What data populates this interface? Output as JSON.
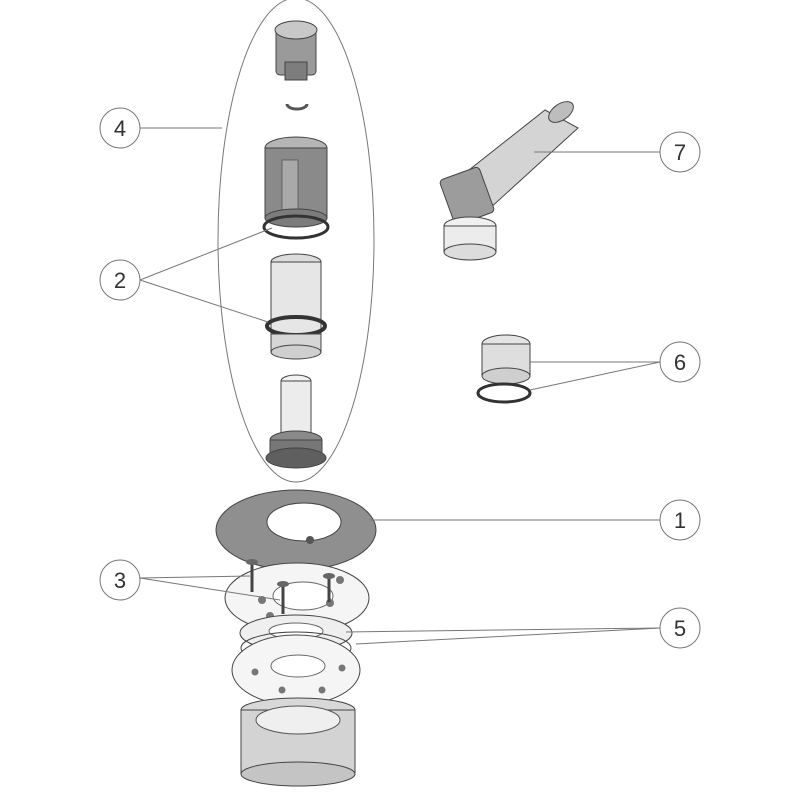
{
  "diagram": {
    "callouts": [
      {
        "id": "4",
        "label": "4"
      },
      {
        "id": "2",
        "label": "2"
      },
      {
        "id": "3",
        "label": "3"
      },
      {
        "id": "7",
        "label": "7"
      },
      {
        "id": "6",
        "label": "6"
      },
      {
        "id": "1",
        "label": "1"
      },
      {
        "id": "5",
        "label": "5"
      }
    ]
  },
  "colors": {
    "line": "#666666",
    "part_dark": "#7a7a7a",
    "part_mid": "#a8a8a8",
    "part_light": "#e6e6e6",
    "plate_gray": "#8f8f8f"
  }
}
